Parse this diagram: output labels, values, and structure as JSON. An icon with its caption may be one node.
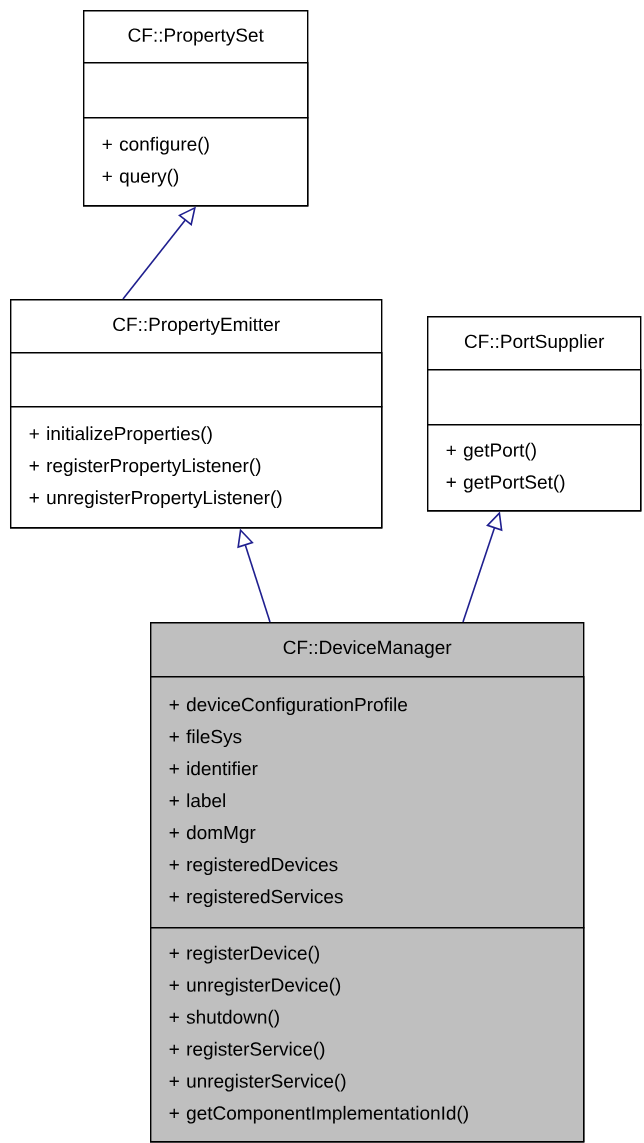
{
  "diagram": {
    "nodes": [
      {
        "text": [
          "CF::PropertySet"
        ]
      },
      {
        "text": [],
        "shape": "box",
        "in": 0
      },
      {
        "text": [
          "+ configure()",
          "+ query()"
        ],
        "in": 0
      },
      {
        "text": [
          "CF::PropertyEmitter"
        ]
      },
      {
        "text": [],
        "shape": "box",
        "in": 3
      },
      {
        "text": [
          "+ initializeProperties()",
          "+ registerPropertyListener()",
          "+ unregisterPropertyListener()"
        ],
        "in": 3
      },
      {
        "text": [
          "CF::PortSupplier"
        ]
      },
      {
        "text": [],
        "shape": "box",
        "in": 6
      },
      {
        "text": [
          "+ getPort()",
          "+ getPortSet()"
        ],
        "in": 6
      },
      {
        "text": [
          "CF::DeviceManager"
        ]
      },
      {
        "text": [
          "+ deviceConfigurationProfile",
          "+ fileSys",
          "+ identifier",
          "+ label",
          "+ domMgr",
          "+ registeredDevices",
          "+ registeredServices"
        ],
        "in": 9
      },
      {
        "text": [
          "+ registerDevice()",
          "+ unregisterDevice()",
          "+ shutdown()",
          "+ registerService()",
          "+ unregisterService()",
          "+ getComponentImplementationId()"
        ],
        "in": 9
      }
    ],
    "edges": [
      {
        "from": 3,
        "to": 0,
        "arrow": "to"
      },
      {
        "from": 9,
        "to": 3,
        "arrow": "to"
      },
      {
        "from": 9,
        "to": 6,
        "arrow": "to"
      }
    ]
  }
}
